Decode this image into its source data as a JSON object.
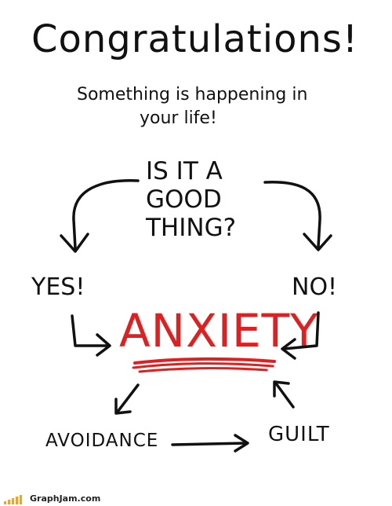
{
  "title": "Congratulations!",
  "subtitle_line1": "Something is happening in",
  "subtitle_line2": "your life!",
  "question": "IS IT A GOOD THING?",
  "yes_label": "YES!",
  "no_label": "NO!",
  "center_label": "ANXIETY",
  "avoidance_label": "AVOIDANCE",
  "guilt_label": "GUILT",
  "footer_site": "GraphJam.com",
  "colors": {
    "accent": "#e02020",
    "ink": "#111111",
    "footer_bars": "#f2a51c"
  }
}
